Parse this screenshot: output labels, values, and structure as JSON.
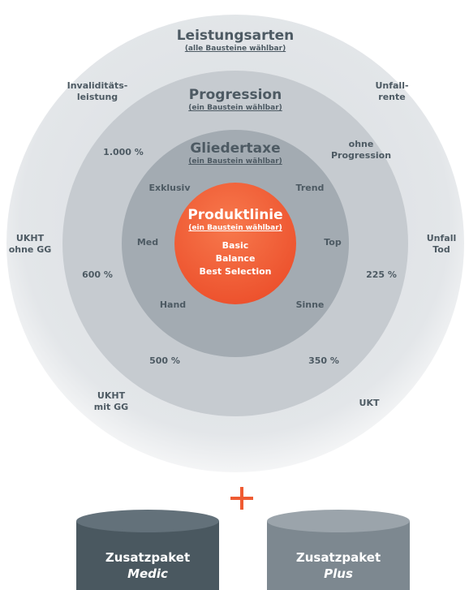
{
  "colors": {
    "outer_ring": "#e9ebed",
    "ring_2": "#c6cbd0",
    "ring_3": "#a3abb2",
    "center": "#f0603a",
    "plus": "#ef5b32",
    "medic_body": "#4a5860",
    "medic_top": "#63717a",
    "plus_body": "#7d8890",
    "plus_top": "#9ba4ab"
  },
  "leistungsarten": {
    "title": "Leistungsarten",
    "subtitle": "(alle Bausteine wählbar)",
    "items": {
      "invaliditaet": "Invaliditäts-\nleistung",
      "unfallrente": "Unfall-\nrente",
      "ukht_ohne_gg": "UKHT\nohne GG",
      "unfall_tod": "Unfall\nTod",
      "ukht_mit_gg": "UKHT\nmit GG",
      "ukt": "UKT"
    }
  },
  "progression": {
    "title": "Progression",
    "subtitle": "(ein Baustein wählbar)",
    "items": {
      "p1000": "1.000 %",
      "ohne": "ohne\nProgression",
      "p600": "600 %",
      "p225": "225 %",
      "p500": "500 %",
      "p350": "350 %"
    }
  },
  "gliedertaxe": {
    "title": "Gliedertaxe",
    "subtitle": "(ein Baustein wählbar)",
    "items": {
      "exklusiv": "Exklusiv",
      "trend": "Trend",
      "med": "Med",
      "top": "Top",
      "hand": "Hand",
      "sinne": "Sinne"
    }
  },
  "produktlinie": {
    "title": "Produktlinie",
    "subtitle": "(ein Baustein wählbar)",
    "items": [
      "Basic",
      "Balance",
      "Best Selection"
    ]
  },
  "plus_sign": "+",
  "packages": {
    "medic": {
      "line1": "Zusatzpaket",
      "line2": "Medic"
    },
    "plus": {
      "line1": "Zusatzpaket",
      "line2": "Plus"
    }
  }
}
